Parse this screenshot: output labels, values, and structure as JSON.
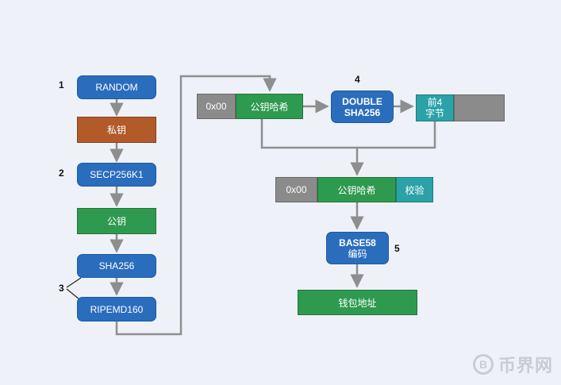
{
  "steps": {
    "n1": "1",
    "n2": "2",
    "n3": "3",
    "n4": "4",
    "n5": "5"
  },
  "left_column": {
    "random": "RANDOM",
    "private_key": "私钥",
    "secp": "SECP256K1",
    "public_key": "公钥",
    "sha256": "SHA256",
    "ripemd": "RIPEMD160"
  },
  "top_row": {
    "prefix": "0x00",
    "pubkey_hash": "公钥哈希",
    "double_sha_line1": "DOUBLE",
    "double_sha_line2": "SHA256",
    "first4_line1": "前4",
    "first4_line2": "字节"
  },
  "middle_row": {
    "prefix": "0x00",
    "pubkey_hash": "公钥哈希",
    "checksum": "校验"
  },
  "bottom": {
    "base58_line1": "BASE58",
    "base58_line2": "编码",
    "address": "钱包地址"
  },
  "watermark": {
    "text": "币界网",
    "logo_glyph": "B"
  },
  "colors": {
    "blue": "#2a6dbd",
    "green": "#2e9a4f",
    "gray": "#8b8b8b",
    "teal": "#2ba2a8",
    "rust": "#b25a29",
    "arrow": "#8e8e8e",
    "background": "#eef2f8"
  }
}
